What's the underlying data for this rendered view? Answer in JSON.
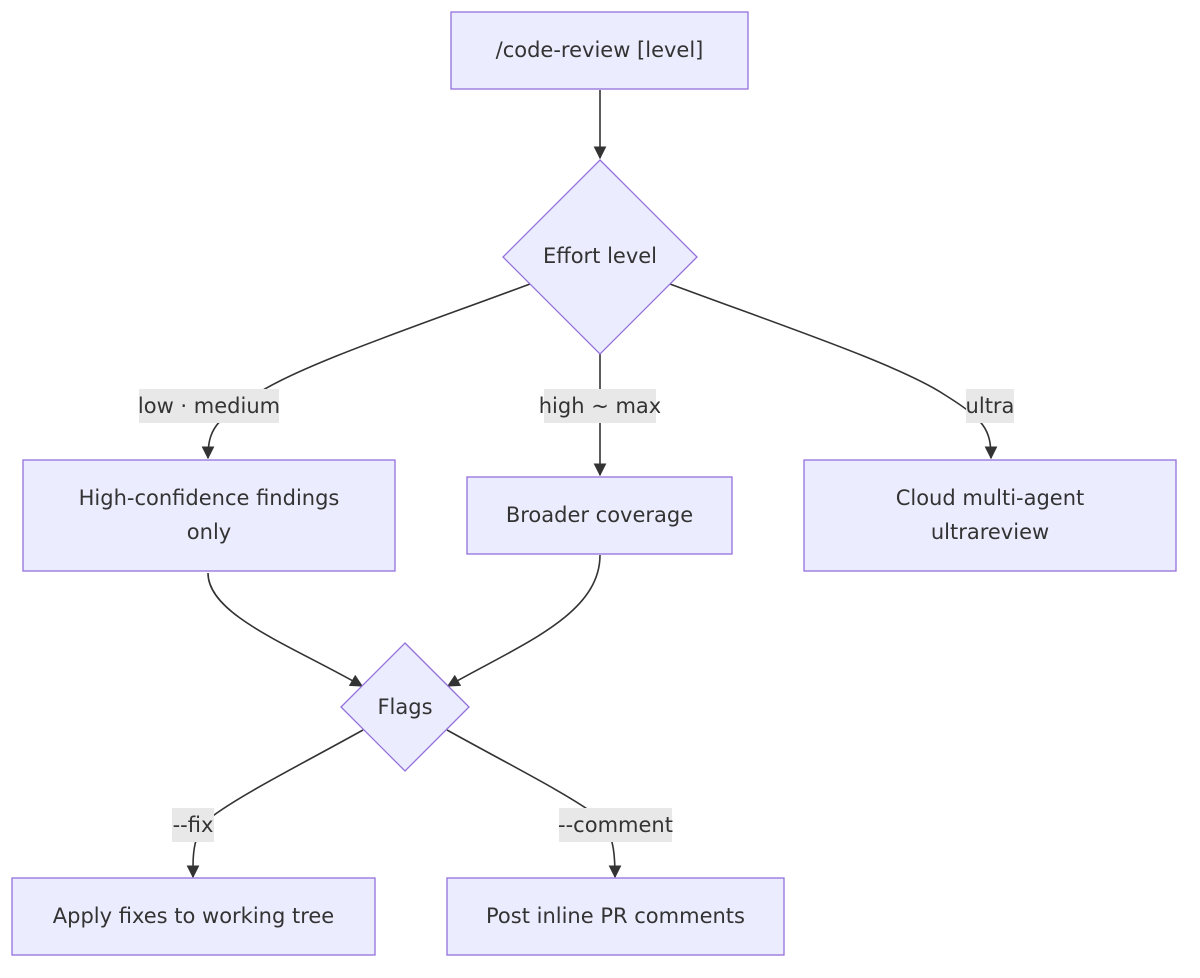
{
  "nodes": {
    "start": {
      "label": "/code-review [level]"
    },
    "effort": {
      "label": "Effort level"
    },
    "high_conf": {
      "line1": "High-confidence findings",
      "line2": "only"
    },
    "broader": {
      "label": "Broader coverage"
    },
    "cloud": {
      "line1": "Cloud multi-agent",
      "line2": "ultrareview"
    },
    "flags": {
      "label": "Flags"
    },
    "apply": {
      "label": "Apply fixes to working tree"
    },
    "post": {
      "label": "Post inline PR comments"
    }
  },
  "edges": {
    "low_medium": "low · medium",
    "high_max": "high ~ max",
    "ultra": "ultra",
    "fix": "--fix",
    "comment": "--comment"
  },
  "colors": {
    "node_fill": "#ececff",
    "node_stroke": "#9370db",
    "edge": "#333333",
    "label_bg": "#e8e8e8"
  }
}
